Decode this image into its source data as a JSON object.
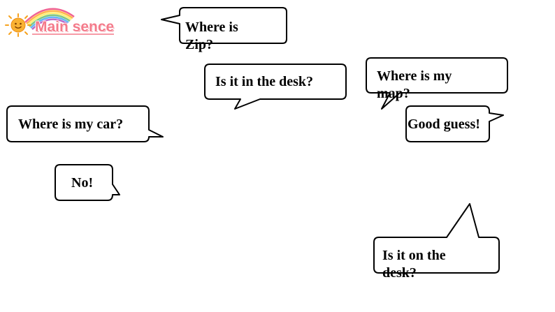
{
  "header": {
    "title": "Main sence",
    "colors": {
      "title_fill": "#f47a8a",
      "title_outline": "#ffffff",
      "underline": "#f47a8a",
      "sun": "#f6a21e",
      "rainbow": [
        "#f06292",
        "#ffb74d",
        "#fff176",
        "#81c784",
        "#64b5f6",
        "#ba68c8"
      ]
    },
    "icons": [
      "sun-icon",
      "rainbow-icon"
    ]
  },
  "bubbles": {
    "where_is_zip": "Where is Zip?",
    "in_the_desk": "Is it in the desk?",
    "where_is_map": "Where is my map?",
    "where_is_car": "Where is my car?",
    "good_guess": "Good guess!",
    "no": "No!",
    "on_the_desk": "Is it on the desk?"
  },
  "style": {
    "bubble_border": "#000000",
    "bubble_fill": "#ffffff"
  }
}
